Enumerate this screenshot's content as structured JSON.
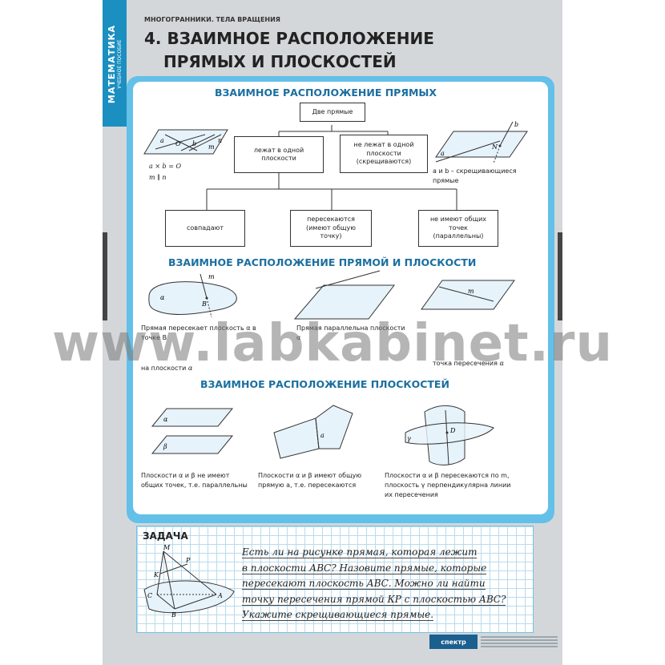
{
  "header": {
    "sidebar_subject": "МАТЕМАТИКА",
    "sidebar_subtitle": "УЧЕБНОЕ ПОСОБИЕ",
    "kicker": "МНОГОГРАННИКИ. ТЕЛА ВРАЩЕНИЯ",
    "title_line1": "4. ВЗАИМНОЕ РАСПОЛОЖЕНИЕ",
    "title_line2": "ПРЯМЫХ И ПЛОСКОСТЕЙ"
  },
  "lines_section": {
    "heading": "ВЗАИМНОЕ РАСПОЛОЖЕНИЕ ПРЯМЫХ",
    "root_box": "Две прямые",
    "coplanar_box": "лежат в одной плоскости",
    "skew_box": "не лежат в одной плоскости (скрещиваются)",
    "coincide_box": "совпадают",
    "intersect_box": "пересекаются (имеют общую точку)",
    "parallel_box": "не имеют общих точек (параллельны)",
    "left_formula_1": "a × b = O",
    "left_formula_2": "m ∥ n",
    "right_caption": "a и b – скрещивающиеся прямые",
    "fig_labels": {
      "a": "a",
      "b": "b",
      "m": "m",
      "n": "n",
      "O": "O",
      "N": "N"
    }
  },
  "line_plane_section": {
    "heading": "ВЗАИМНОЕ РАСПОЛОЖЕНИЕ ПРЯМОЙ И ПЛОСКОСТИ",
    "caption_1": "Прямая пересекает плоскость α в точке B",
    "caption_1_tail": "на плоскости",
    "caption_2": "Прямая параллельна плоскости α",
    "caption_3_tail": "точка пересечения",
    "alpha": "α",
    "fig_labels": {
      "m": "m",
      "B": "B",
      "alpha": "α"
    }
  },
  "planes_section": {
    "heading": "ВЗАИМНОЕ РАСПОЛОЖЕНИЕ ПЛОСКОСТЕЙ",
    "caption_1": "Плоскости α и β не имеют общих точек, т.е. параллельны",
    "caption_2": "Плоскости α и β имеют общую прямую a, т.е. пересекаются",
    "caption_3": "Плоскости α и β пересекаются по m, плоскость γ перпендикулярна линии их пересечения",
    "fig_labels": {
      "alpha": "α",
      "beta": "β",
      "gamma": "γ",
      "a": "a",
      "D": "D"
    }
  },
  "task": {
    "title": "ЗАДАЧА",
    "lines": [
      "Есть ли на рисунке прямая, которая лежит",
      "в плоскости АВС? Назовите прямые, которые",
      "пересекают плоскость АВС. Можно ли найти",
      "точку пересечения прямой КР с плоскостью АВС?",
      "Укажите скрещивающиеся прямые."
    ],
    "fig_labels": {
      "M": "M",
      "K": "K",
      "P": "P",
      "A": "A",
      "B": "B",
      "C": "C"
    }
  },
  "footer": {
    "logo": "спектр"
  },
  "watermark": "www.labkabinet.ru",
  "colors": {
    "accent": "#1b8fc0",
    "panel": "#63c0e8",
    "heading": "#1a6fa0",
    "poster_bg": "#d4d7d9"
  }
}
